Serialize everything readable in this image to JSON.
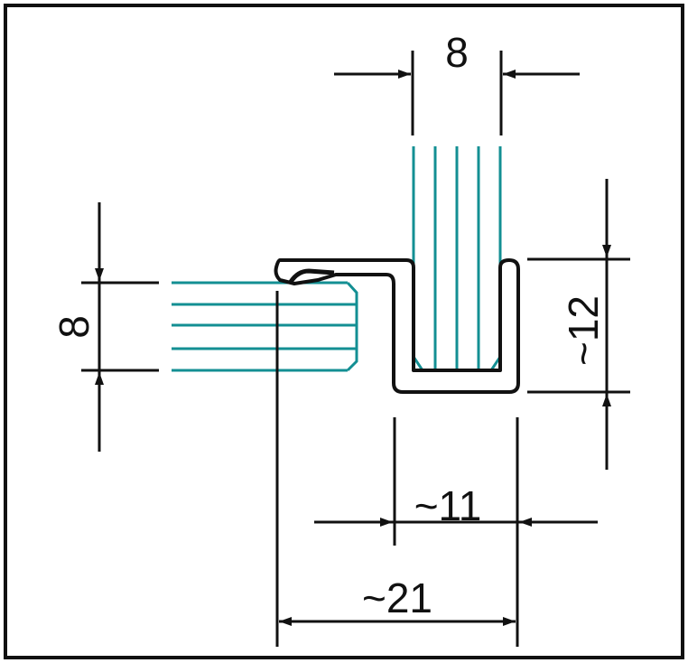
{
  "colors": {
    "line": "#111111",
    "glass": "#138f93",
    "background": "#ffffff"
  },
  "dimensions": {
    "top_glass_thickness": "8",
    "left_glass_thickness": "8",
    "profile_height": "~12",
    "channel_width": "~11",
    "overall_width": "~21"
  }
}
